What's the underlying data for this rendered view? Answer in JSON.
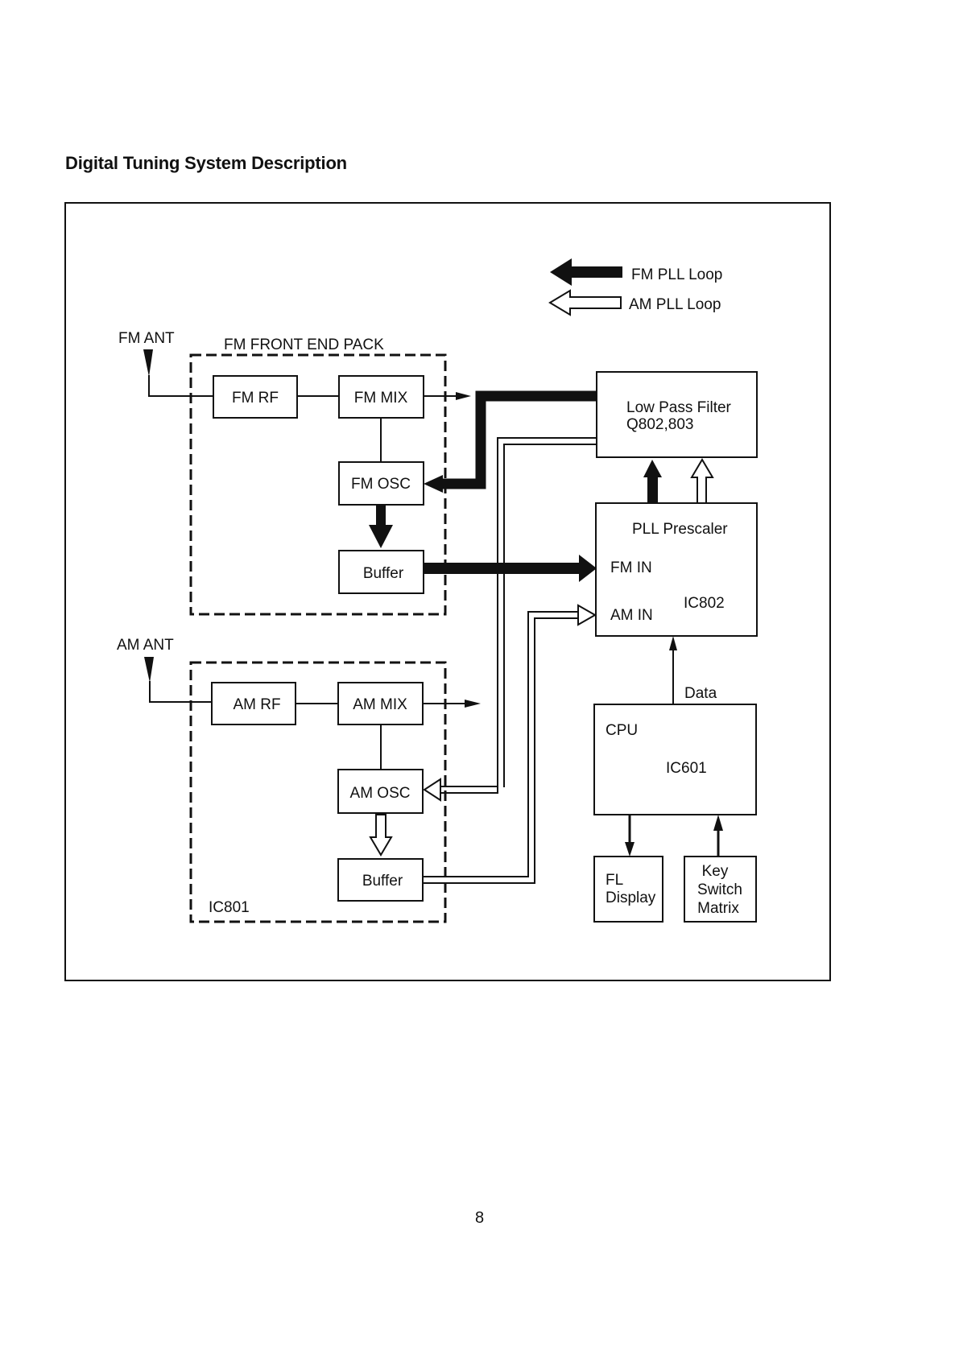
{
  "page": {
    "title": "Digital Tuning System Description",
    "page_number": "8"
  },
  "legend": {
    "fm_loop": "FM PLL Loop",
    "am_loop": "AM PLL Loop"
  },
  "antennas": {
    "fm": "FM ANT",
    "am": "AM ANT"
  },
  "groups": {
    "fm_front_end": "FM FRONT END PACK",
    "am_ic": "IC801"
  },
  "blocks": {
    "fm_rf": "FM RF",
    "fm_mix": "FM MIX",
    "fm_osc": "FM OSC",
    "fm_buffer": "Buffer",
    "am_rf": "AM RF",
    "am_mix": "AM MIX",
    "am_osc": "AM OSC",
    "am_buffer": "Buffer",
    "lpf_line1": "Low Pass Filter",
    "lpf_line2": "Q802,803",
    "pll_title": "PLL Prescaler",
    "pll_fm_in": "FM IN",
    "pll_am_in": "AM IN",
    "pll_ic": "IC802",
    "data": "Data",
    "cpu": "CPU",
    "cpu_ic": "IC601",
    "fl_line1": "FL",
    "fl_line2": "Display",
    "key_line1": "Key",
    "key_line2": "Switch",
    "key_line3": "Matrix"
  }
}
